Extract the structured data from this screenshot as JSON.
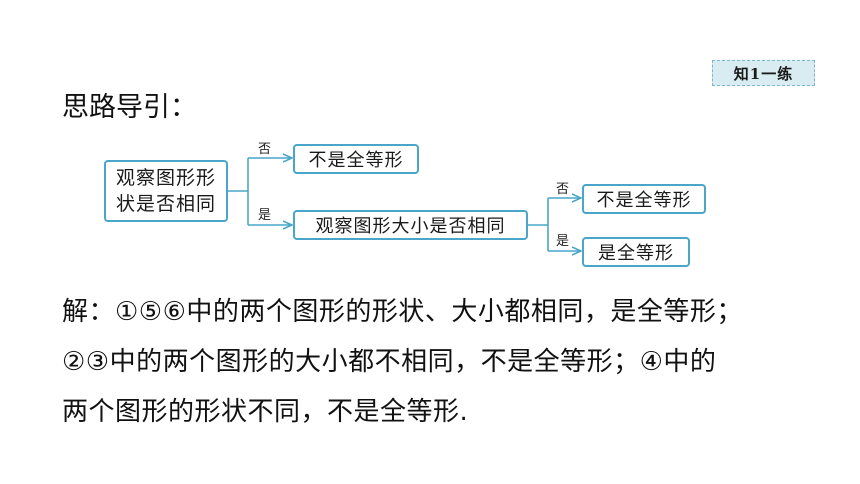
{
  "badge": {
    "label": "知1一练"
  },
  "heading": "思路导引：",
  "flowchart": {
    "root": {
      "line1": "观察图形形",
      "line2": "状是否相同"
    },
    "branch_no_1": {
      "label": "否",
      "node": "不是全等形"
    },
    "branch_yes_1": {
      "label": "是",
      "node": "观察图形大小是否相同"
    },
    "branch_no_2": {
      "label": "否",
      "node": "不是全等形"
    },
    "branch_yes_2": {
      "label": "是",
      "node": "是全等形"
    }
  },
  "answer": {
    "lines": [
      "解：①⑤⑥中的两个图形的形状、大小都相同，是全等形；",
      "②③中的两个图形的大小都不相同，不是全等形；④中的",
      "两个图形的形状不同，不是全等形."
    ]
  },
  "colors": {
    "accent": "#4aa6c8",
    "badge_bg": "#d9ecf2",
    "text": "#111111"
  }
}
